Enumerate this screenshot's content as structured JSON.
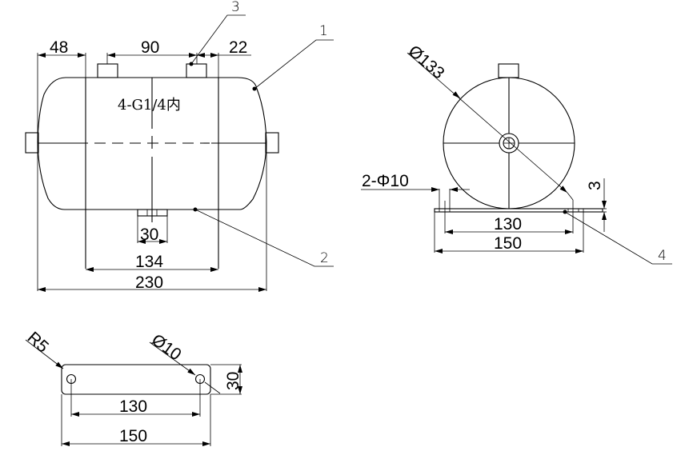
{
  "drawing": {
    "type": "engineering drawing",
    "subject": "horizontal air tank with mounting bracket"
  },
  "front_view": {
    "dimensions": {
      "left_offset": "48",
      "port_spacing": "90",
      "right_offset": "22",
      "bottom_port_width": "30",
      "cylinder_length": "134",
      "overall_length": "230"
    },
    "port_note": "4-G1/4内",
    "callouts": [
      "1",
      "2",
      "3"
    ]
  },
  "side_view": {
    "dimensions": {
      "diameter": "Ø133",
      "holes": "2-Φ10",
      "plate_thickness": "3",
      "hole_spacing": "130",
      "plate_length": "150"
    },
    "callouts": [
      "4"
    ]
  },
  "bracket_view": {
    "dimensions": {
      "corner_radius": "R5",
      "hole_diameter": "Ø10",
      "width": "30",
      "hole_spacing": "130",
      "length": "150"
    }
  }
}
